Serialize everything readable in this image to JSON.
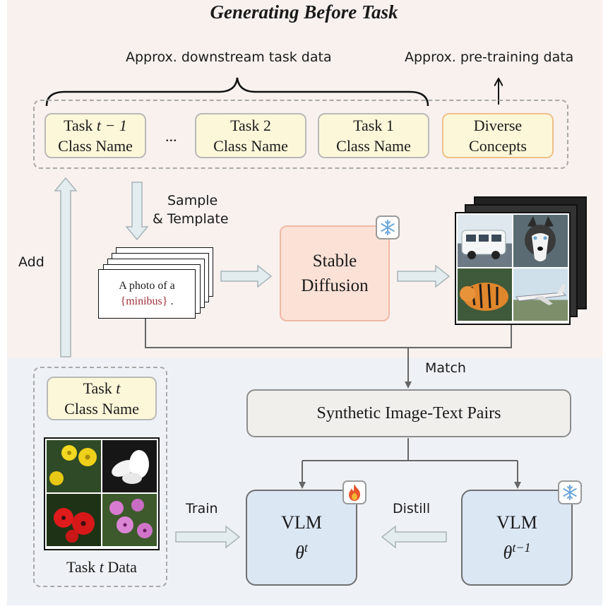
{
  "title": "Generating Before Task",
  "labels": {
    "approx_downstream": "Approx. downstream task data",
    "approx_pretraining": "Approx. pre-training data",
    "add": "Add",
    "sample_line1": "Sample",
    "sample_line2": "& Template",
    "match": "Match",
    "train": "Train",
    "distill": "Distill"
  },
  "class_boxes": [
    {
      "line1_prefix": "Task ",
      "line1_math": "t − 1",
      "line2": "Class Name"
    },
    {
      "line1_prefix": "Task 2",
      "line1_math": "",
      "line2": "Class Name"
    },
    {
      "line1_prefix": "Task 1",
      "line1_math": "",
      "line2": "Class Name"
    }
  ],
  "ellipsis": "...",
  "concept_box": {
    "line1": "Diverse",
    "line2": "Concepts"
  },
  "prompt": {
    "prefix": "A photo of a",
    "class_token": "{minibus}",
    "suffix": "."
  },
  "stable_diffusion": {
    "line1": "Stable",
    "line2": "Diffusion"
  },
  "synthetic_pairs": "Synthetic Image-Text Pairs",
  "current_task": {
    "box_line1_prefix": "Task ",
    "box_line1_math": "t",
    "box_line2": "Class Name",
    "data_label_prefix": "Task ",
    "data_label_math": "t",
    "data_label_suffix": " Data"
  },
  "vlm_current": {
    "name": "VLM",
    "param": "θ",
    "sup": "t"
  },
  "vlm_previous": {
    "name": "VLM",
    "param": "θ",
    "sup": "t−1"
  },
  "icons": {
    "frozen": "snowflake-icon",
    "trainable": "fire-icon"
  },
  "colors": {
    "top_background": "#f8f1ee",
    "bottom_background": "#eef2f7",
    "class_fill": "#fdf7d9",
    "concept_border": "#f0c08a",
    "sd_fill": "#fbe1d6",
    "vlm_fill": "#dce7f4",
    "class_token": "#a3303c",
    "snowflake": "#6fa8dc",
    "flame": "#e8542a",
    "hollow_arrow_fill": "#e3ecee"
  }
}
